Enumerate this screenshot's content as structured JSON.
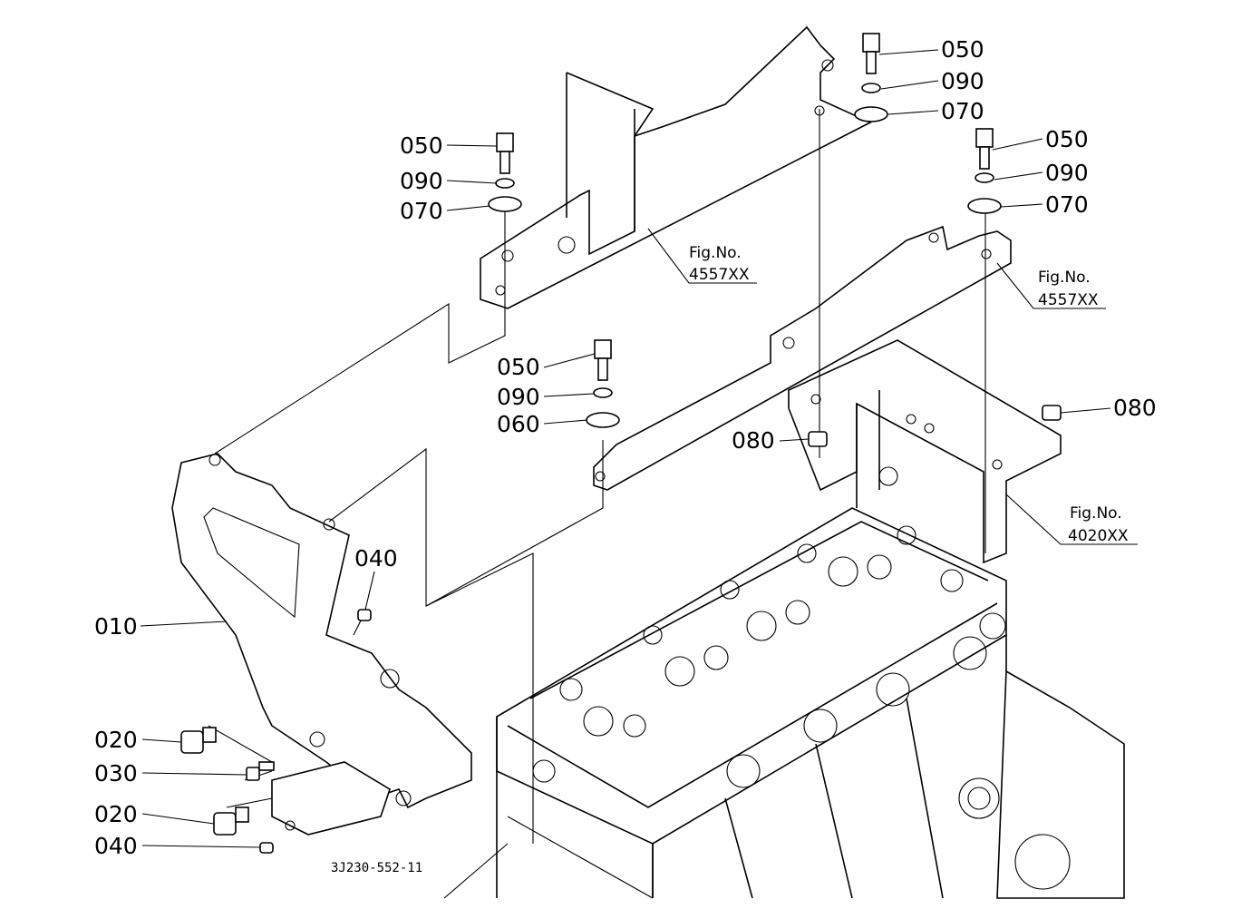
{
  "labels": [
    {
      "id": "p050-a",
      "text": "050"
    },
    {
      "id": "p090-a",
      "text": "090"
    },
    {
      "id": "p070-a",
      "text": "070"
    },
    {
      "id": "p050-b",
      "text": "050"
    },
    {
      "id": "p090-b",
      "text": "090"
    },
    {
      "id": "p070-b",
      "text": "070"
    },
    {
      "id": "p050-c",
      "text": "050"
    },
    {
      "id": "p090-c",
      "text": "090"
    },
    {
      "id": "p070-c",
      "text": "070"
    },
    {
      "id": "p050-d",
      "text": "050"
    },
    {
      "id": "p090-d",
      "text": "090"
    },
    {
      "id": "p060",
      "text": "060"
    },
    {
      "id": "p080-a",
      "text": "080"
    },
    {
      "id": "p080-b",
      "text": "080"
    },
    {
      "id": "p040-a",
      "text": "040"
    },
    {
      "id": "p010",
      "text": "010"
    },
    {
      "id": "p020-a",
      "text": "020"
    },
    {
      "id": "p030",
      "text": "030"
    },
    {
      "id": "p020-b",
      "text": "020"
    },
    {
      "id": "p040-b",
      "text": "040"
    }
  ],
  "figrefs": [
    {
      "id": "fig1",
      "line1": "Fig.No.",
      "line2": "4557XX"
    },
    {
      "id": "fig2",
      "line1": "Fig.No.",
      "line2": "4557XX"
    },
    {
      "id": "fig3",
      "line1": "Fig.No.",
      "line2": "4020XX"
    }
  ],
  "drawing_code": "3J230-552-11"
}
